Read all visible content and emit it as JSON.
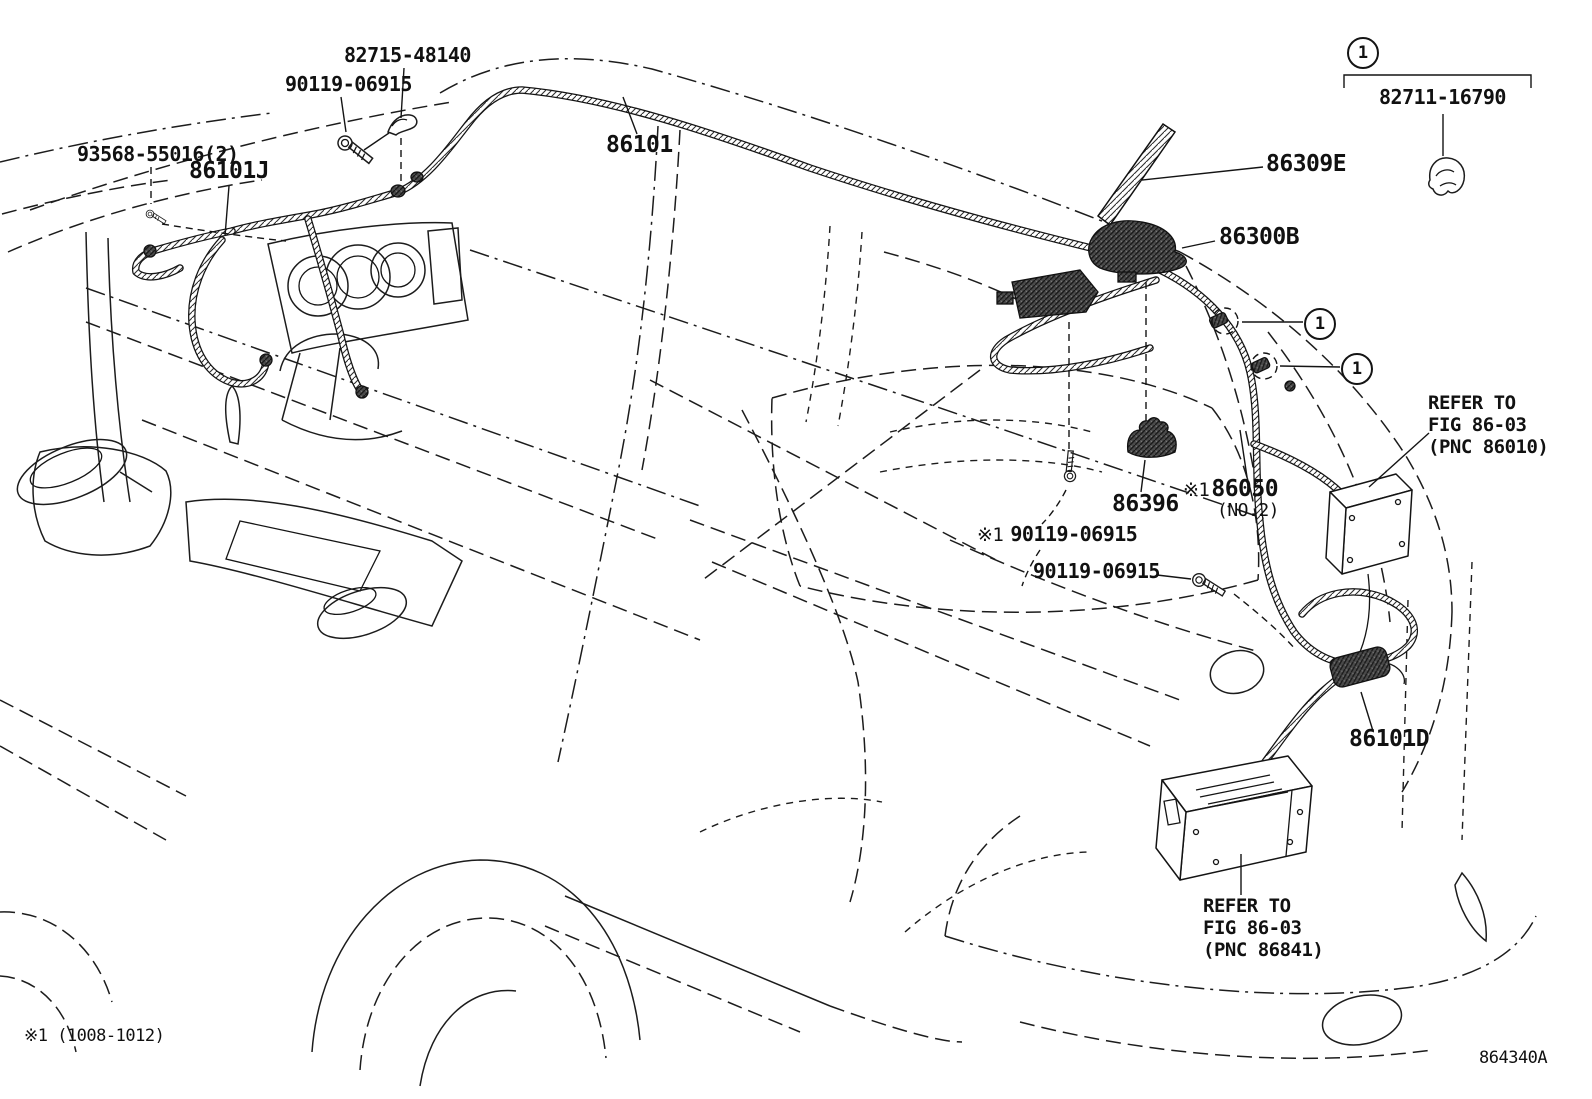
{
  "figure": {
    "id": "864340A",
    "footnote": "※1 (1008-1012)"
  },
  "parts": {
    "clamp": "82715-48140",
    "screw_top": "90119-06915",
    "screw_cluster": "93568-55016(2)",
    "cord_dash": "86101J",
    "cord_main": "86101",
    "mast": "86309E",
    "base": "86300B",
    "clip": "82711-16790",
    "grommet": "86396",
    "cord2_prefix": "※1",
    "cord2": "86050",
    "cord2_note": "(NO.2)",
    "screw_mid_prefix": "※1",
    "screw_mid": "90119-06915",
    "screw_low": "90119-06915",
    "cord_rear": "86101D",
    "circled_one": "1"
  },
  "refer": {
    "amp": {
      "l1": "REFER TO",
      "l2": "FIG 86-03",
      "l3": "(PNC 86010)"
    },
    "tuner": {
      "l1": "REFER TO",
      "l2": "FIG 86-03",
      "l3": "(PNC 86841)"
    }
  }
}
